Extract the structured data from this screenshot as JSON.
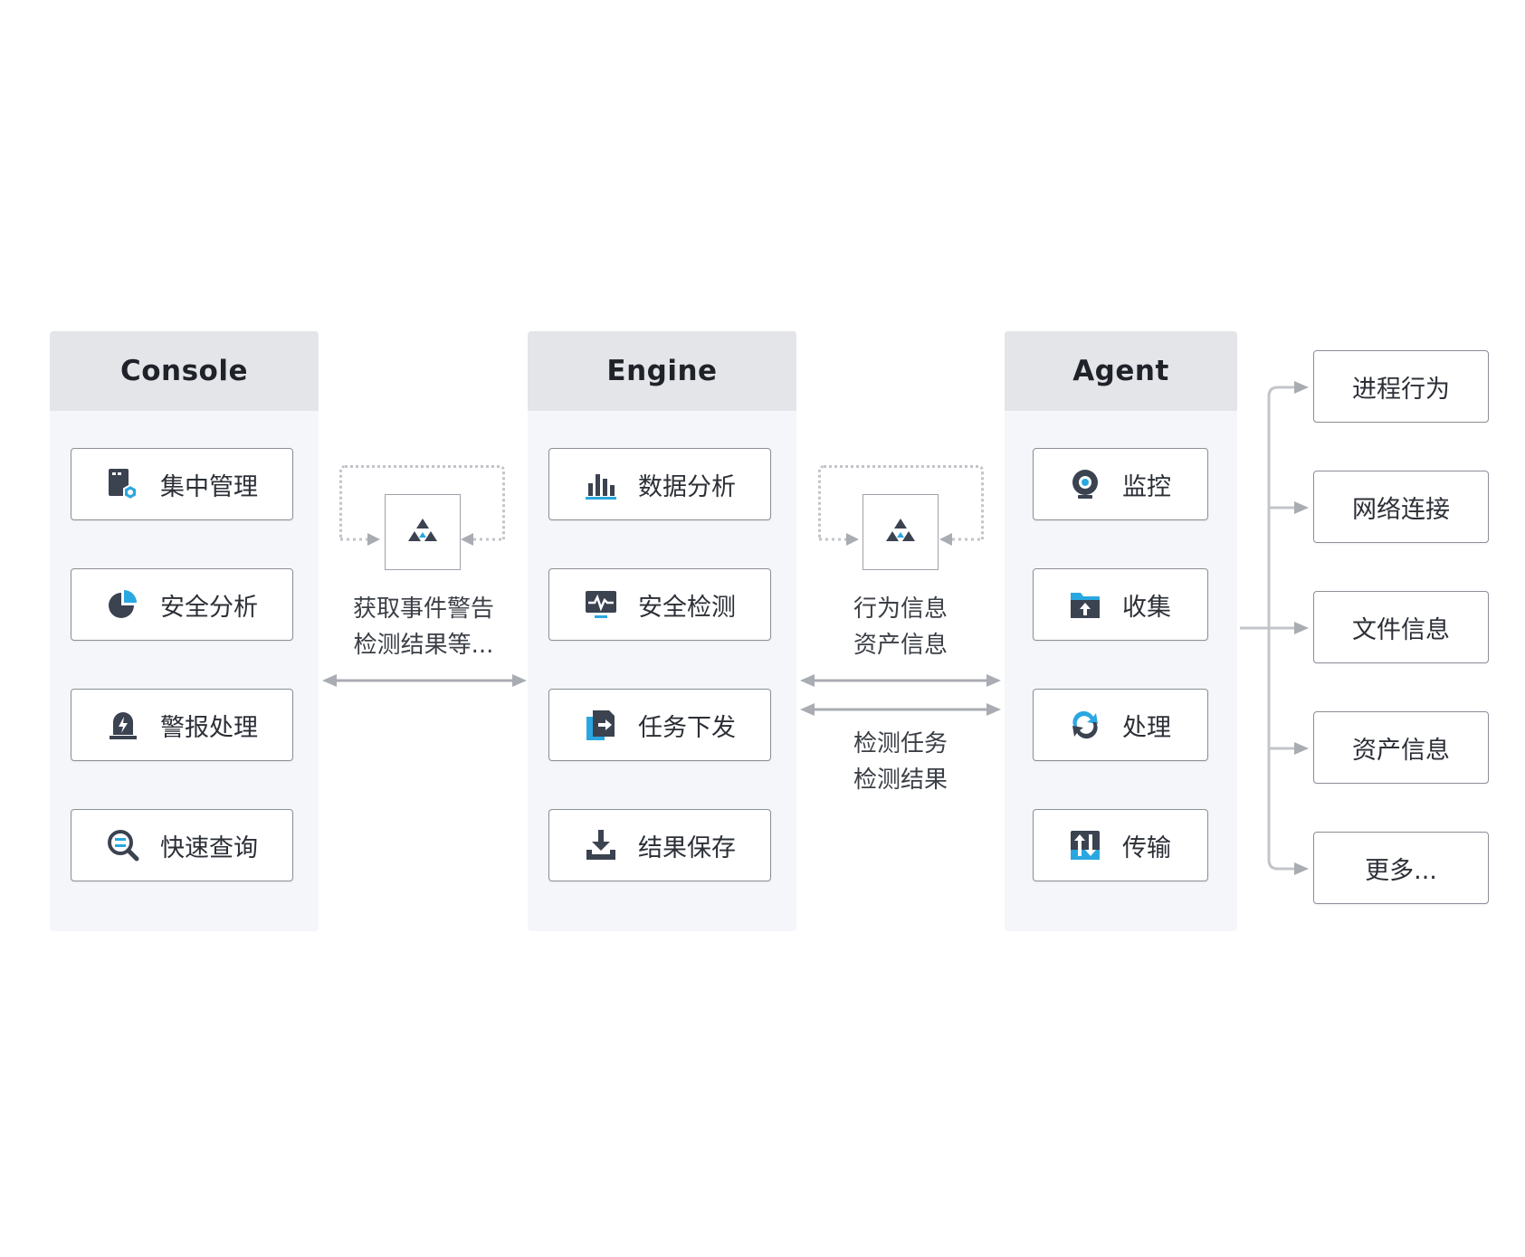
{
  "columns": {
    "console": {
      "title": "Console",
      "items": [
        {
          "label": "集中管理",
          "icon": "management-icon"
        },
        {
          "label": "安全分析",
          "icon": "pie-chart-icon"
        },
        {
          "label": "警报处理",
          "icon": "alarm-icon"
        },
        {
          "label": "快速查询",
          "icon": "search-icon"
        }
      ]
    },
    "engine": {
      "title": "Engine",
      "items": [
        {
          "label": "数据分析",
          "icon": "bar-chart-icon"
        },
        {
          "label": "安全检测",
          "icon": "monitor-pulse-icon"
        },
        {
          "label": "任务下发",
          "icon": "task-dispatch-icon"
        },
        {
          "label": "结果保存",
          "icon": "download-icon"
        }
      ]
    },
    "agent": {
      "title": "Agent",
      "items": [
        {
          "label": "监控",
          "icon": "webcam-icon"
        },
        {
          "label": "收集",
          "icon": "folder-upload-icon"
        },
        {
          "label": "处理",
          "icon": "refresh-icon"
        },
        {
          "label": "传输",
          "icon": "transfer-icon"
        }
      ]
    }
  },
  "links": {
    "console_engine": {
      "line1": "获取事件警告",
      "line2": "检测结果等..."
    },
    "engine_agent_up": {
      "line1": "行为信息",
      "line2": "资产信息"
    },
    "engine_agent_down": {
      "line1": "检测任务",
      "line2": "检测结果"
    }
  },
  "outputs": [
    "进程行为",
    "网络连接",
    "文件信息",
    "资产信息",
    "更多..."
  ],
  "colors": {
    "column_bg": "#f5f6f9",
    "column_header_bg": "#e4e5e9",
    "arrow": "#a9acb3",
    "icon_dark": "#3b4250",
    "icon_accent": "#2aa7e0"
  }
}
